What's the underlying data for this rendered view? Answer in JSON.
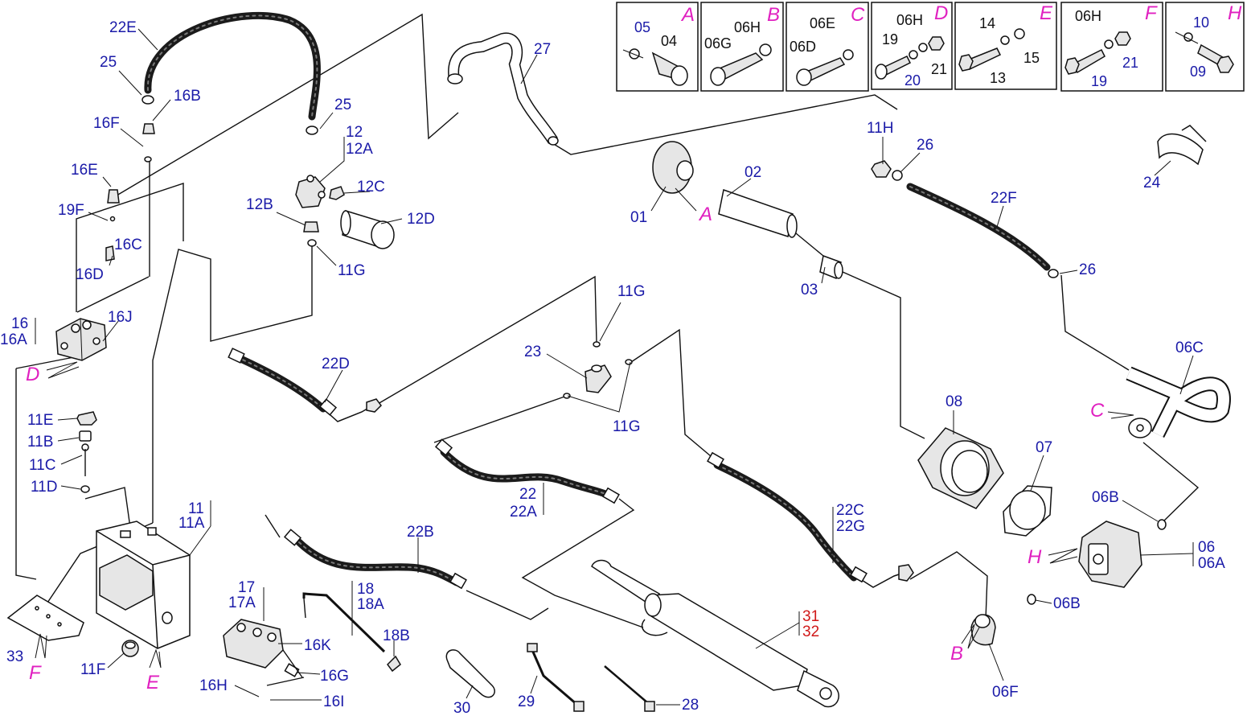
{
  "insets": [
    {
      "letter": "A",
      "labels": [
        "05",
        "04"
      ]
    },
    {
      "letter": "B",
      "labels": [
        "06H",
        "06G"
      ]
    },
    {
      "letter": "C",
      "labels": [
        "06E",
        "06D"
      ]
    },
    {
      "letter": "D",
      "labels": [
        "06H",
        "19",
        "20",
        "21"
      ]
    },
    {
      "letter": "E",
      "labels": [
        "14",
        "15",
        "13"
      ]
    },
    {
      "letter": "F",
      "labels": [
        "06H",
        "19",
        "21"
      ]
    },
    {
      "letter": "H",
      "labels": [
        "10",
        "09"
      ]
    }
  ],
  "labels": {
    "l22E": "22E",
    "l25a": "25",
    "l16B": "16B",
    "l16F": "16F",
    "l16E": "16E",
    "l19F": "19F",
    "l16C": "16C",
    "l16D": "16D",
    "l16": "16",
    "l16A": "16A",
    "l16J": "16J",
    "lD": "D",
    "l25b": "25",
    "l12": "12",
    "l12A": "12A",
    "l12C": "12C",
    "l12B": "12B",
    "l12D": "12D",
    "l11Ga": "11G",
    "l27": "27",
    "l01": "01",
    "lA": "A",
    "l02": "02",
    "l03": "03",
    "l11H": "11H",
    "l26a": "26",
    "l22F": "22F",
    "l26b": "26",
    "l24": "24",
    "l11Gb": "11G",
    "l23": "23",
    "l11Gc": "11G",
    "l22D": "22D",
    "l06C": "06C",
    "lC": "C",
    "l08": "08",
    "l07": "07",
    "l06Ba": "06B",
    "l06": "06",
    "l06A": "06A",
    "lH": "H",
    "l06Bb": "06B",
    "lB": "B",
    "l06F": "06F",
    "l11E": "11E",
    "l11B": "11B",
    "l11C": "11C",
    "l11D": "11D",
    "l11": "11",
    "l11A": "11A",
    "l33": "33",
    "lF": "F",
    "l11F": "11F",
    "lE": "E",
    "l22": "22",
    "l22A": "22A",
    "l22B": "22B",
    "l22C": "22C",
    "l22G": "22G",
    "l17": "17",
    "l17A": "17A",
    "l16K": "16K",
    "l16G": "16G",
    "l16H": "16H",
    "l16I": "16I",
    "l18": "18",
    "l18A": "18A",
    "l18B": "18B",
    "l31": "31",
    "l32": "32",
    "l30": "30",
    "l29": "29",
    "l28": "28"
  },
  "colors": {
    "part_number": "#1a1aa8",
    "view_letter": "#e020c0",
    "highlight_number": "#d01818"
  }
}
